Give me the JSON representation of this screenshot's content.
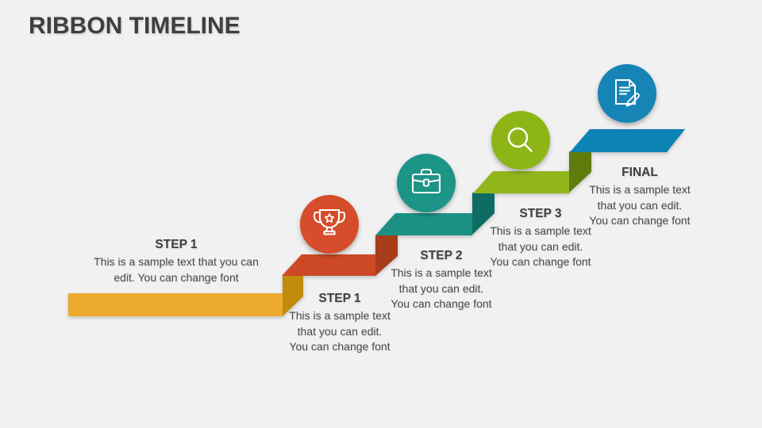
{
  "slide": {
    "title": "RIBBON TIMELINE",
    "background_color": "#f1f1f2",
    "title_color": "#3f3f3f",
    "label_color": "#404040",
    "body_color": "#4a4a4a"
  },
  "steps": [
    {
      "label": "STEP 1",
      "body": "This is a sample text that you can edit. You can change font",
      "band_color": "#ecaa2f",
      "fold_color": "#c18b11",
      "icon": null
    },
    {
      "label": "STEP 1",
      "body": "This is a sample text that you can edit. You can change font",
      "band_color": "#cd4826",
      "fold_color": "#a83c1e",
      "circle_color": "#d54d2b",
      "icon": "trophy-icon"
    },
    {
      "label": "STEP 2",
      "body": "This is a sample text that you can edit. You can change font",
      "band_color": "#1b9183",
      "fold_color": "#0f6d65",
      "circle_color": "#1b9486",
      "icon": "briefcase-icon"
    },
    {
      "label": "STEP 3",
      "body": "This is a sample text that you can edit. You can change font",
      "band_color": "#90b61a",
      "fold_color": "#5e7b10",
      "circle_color": "#8db513",
      "icon": "search-icon"
    },
    {
      "label": "FINAL",
      "body": "This is a sample text that you can edit. You can change font",
      "band_color": "#1182b4",
      "circle_color": "#1484b5",
      "icon": "document-edit-icon"
    }
  ]
}
